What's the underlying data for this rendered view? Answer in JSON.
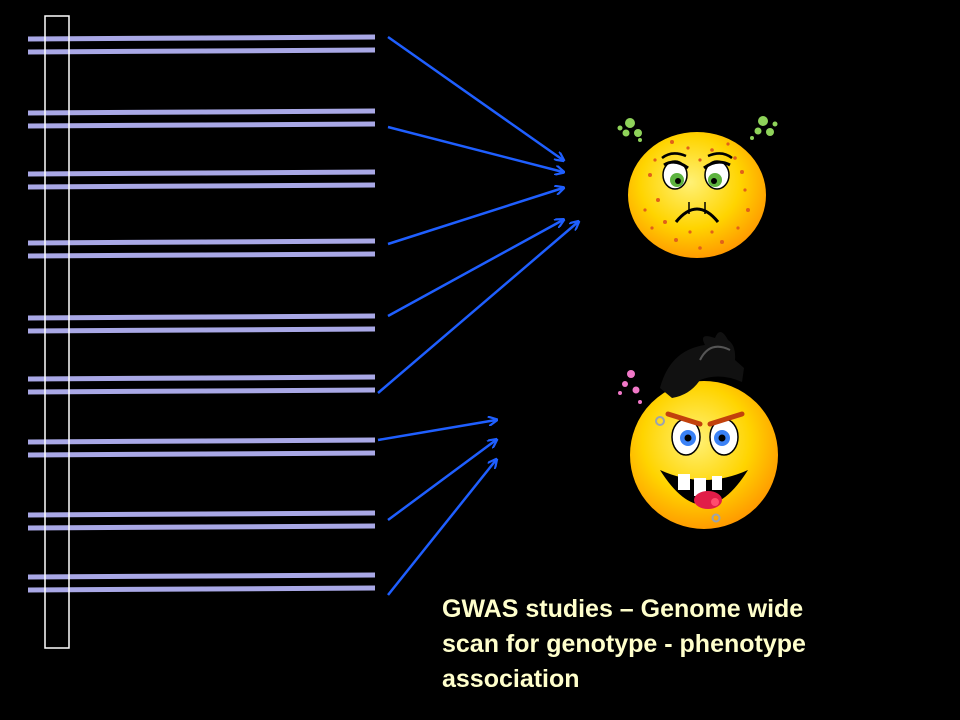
{
  "caption": {
    "lines": [
      "GWAS studies – Genome wide",
      "scan for genotype - phenotype",
      "association"
    ]
  },
  "diagram": {
    "chromosome_pairs": 9,
    "arrows_to_sick_face": 5,
    "arrows_to_crazy_face": 3
  },
  "colors": {
    "background": "#000000",
    "chromosome": "#a9a8e6",
    "arrow": "#1f5fff",
    "caption": "#ffffcc",
    "face_fill": "#ffd400",
    "face_shade": "#ff9a00",
    "spot": "#e0601a",
    "sick_particles": "#8fd35a",
    "crazy_particles": "#f178c8"
  },
  "faces": {
    "sick": {
      "icon": "sick-face-icon"
    },
    "crazy": {
      "icon": "crazy-face-icon"
    }
  }
}
